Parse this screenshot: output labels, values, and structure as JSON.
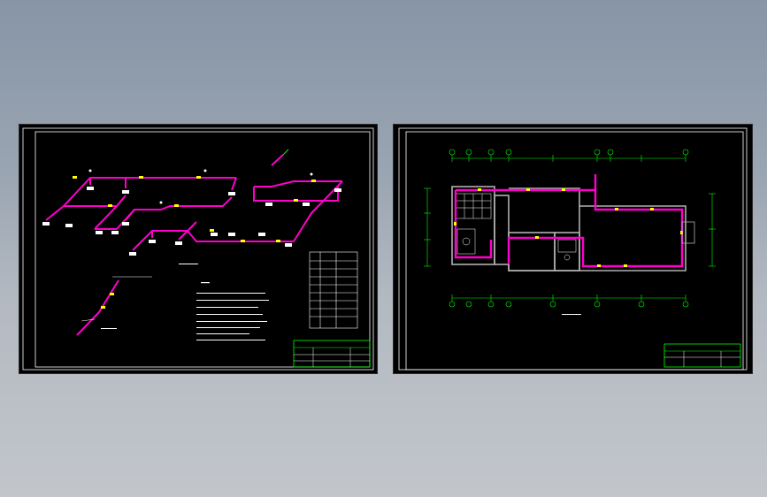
{
  "colors": {
    "background_top": "#8795a6",
    "background_bottom": "#c2c6cb",
    "sheet": "#000000",
    "frame": "#ffffff",
    "pipe": "#ff00cc",
    "fixture": "#ffffff",
    "accent_green": "#00ff00",
    "accent_yellow": "#ffff00",
    "wall_gray": "#b0b0b0"
  },
  "sheets": [
    {
      "id": "left",
      "content": "isometric-piping-diagram",
      "icon": "cad-drawing-sheet"
    },
    {
      "id": "right",
      "content": "floor-plan",
      "icon": "cad-drawing-sheet"
    }
  ]
}
